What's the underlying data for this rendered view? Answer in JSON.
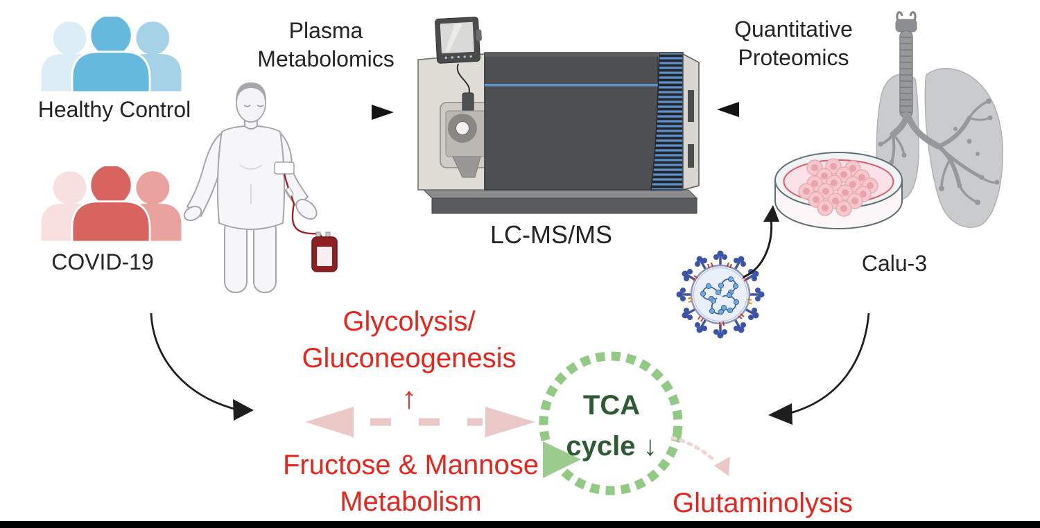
{
  "figure": {
    "background_color": "#ffffff",
    "footer_bar_color": "#000000"
  },
  "cohorts": {
    "healthy": {
      "label": "Healthy Control",
      "front_color": "#64B9DC",
      "back_left_color": "#DCEDF6",
      "back_right_color": "#A6D2E8"
    },
    "covid": {
      "label": "COVID-19",
      "front_color": "#D8645F",
      "back_left_color": "#F7E0DF",
      "back_right_color": "#EAA29F"
    }
  },
  "workflow": {
    "plasma_omics": {
      "line1": "Plasma",
      "line2": "Metabolomics"
    },
    "protein_omics": {
      "line1": "Quantitative",
      "line2": "Proteomics"
    },
    "instrument_label": "LC-MS/MS",
    "cell_line_label": "Calu-3"
  },
  "pathways": {
    "accent_red": "#E6251C",
    "accent_pink": "#EAC8C7",
    "glycolysis": {
      "line1": "Glycolysis/",
      "line2": "Gluconeogenesis",
      "trend_arrow": "↑"
    },
    "fructose_mannose": {
      "line1": "Fructose & Mannose",
      "line2": "Metabolism"
    },
    "tca": {
      "line1": "TCA",
      "line2": "cycle ↓",
      "text_color": "#2F5B34",
      "ring_color": "#92CA85",
      "inflow_color": "#9CCB8E"
    },
    "glutaminolysis_label": "Glutaminolysis"
  }
}
